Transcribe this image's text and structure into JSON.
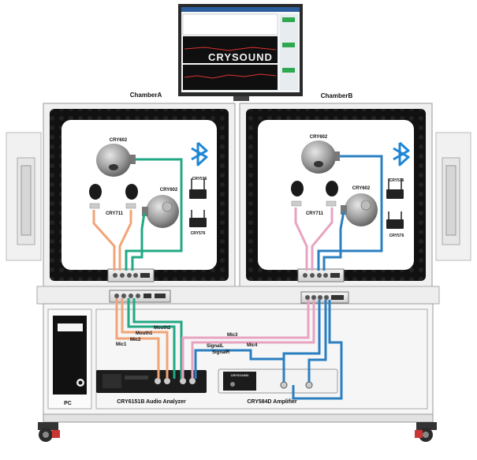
{
  "monitor": {
    "brand": "CRYSOUND"
  },
  "chambers": {
    "a": {
      "title": "ChamberA",
      "mouth_label": "CRY602",
      "ear_label": "CRY711",
      "head_label": "CRY602",
      "device_top_label": "CRY576",
      "device_bottom_label": "CRY576"
    },
    "b": {
      "title": "ChamberB",
      "mouth_label": "CRY602",
      "ear_label": "CRY711",
      "head_label": "CRY602",
      "device_top_label": "CRY576",
      "device_bottom_label": "CRY576"
    }
  },
  "cabinet": {
    "pc_label": "PC",
    "analyzer_label": "CRY6151B Audio Analyzer",
    "amplifier_label": "CRY584D Amplifier",
    "amplifier_brand": "CRYSOUND"
  },
  "signals": {
    "mic1": "Mic1",
    "mic2": "Mic2",
    "mic3": "Mic3",
    "mic4": "Mic4",
    "mouth1": "Mouth1",
    "mouth2": "Mouth2",
    "signal_l": "SignalL",
    "signal_r": "SignalR"
  },
  "colors": {
    "orange": "#f2a477",
    "pink": "#e8a3c0",
    "green": "#22a884",
    "blue": "#2b7fc1",
    "bluetooth": "#1f86d6"
  },
  "icons": [
    "bluetooth-icon",
    "bluetooth-icon"
  ]
}
